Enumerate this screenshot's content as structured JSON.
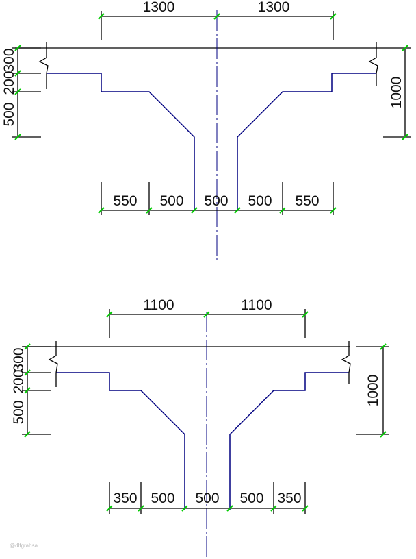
{
  "diagrams": [
    {
      "top_dims": [
        "1300",
        "1300"
      ],
      "left_dims": [
        "300",
        "200",
        "500"
      ],
      "right_dim": "1000",
      "bottom_dims": [
        "550",
        "500",
        "500",
        "500",
        "550"
      ]
    },
    {
      "top_dims": [
        "1100",
        "1100"
      ],
      "left_dims": [
        "300",
        "200",
        "500"
      ],
      "right_dim": "1000",
      "bottom_dims": [
        "350",
        "500",
        "500",
        "500",
        "350"
      ]
    }
  ],
  "colors": {
    "section_outline": "#000080",
    "dimension_lines": "#000000",
    "dimension_ticks": "#00cc00",
    "text": "#111111"
  },
  "watermark": "@dlfgrahsa"
}
